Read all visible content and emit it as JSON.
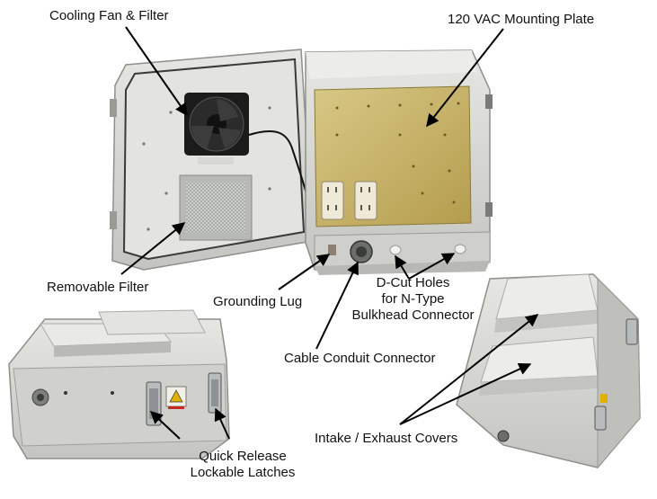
{
  "callouts": {
    "fan": "Cooling Fan & Filter",
    "plate": "120 VAC Mounting Plate",
    "filter": "Removable Filter",
    "ground": "Grounding Lug",
    "dcut_1": "D-Cut Holes",
    "dcut_2": "for N-Type",
    "dcut_3": "Bulkhead Connector",
    "conduit": "Cable Conduit Connector",
    "covers": "Intake / Exhaust Covers",
    "latches_1": "Quick Release",
    "latches_2": "Lockable Latches"
  },
  "colors": {
    "enclosure": "#d9dad5",
    "enclosure_shadow": "#a9aaa5",
    "plate": "#c8b56a",
    "fan": "#1b1b1b",
    "arrow": "#000000"
  }
}
